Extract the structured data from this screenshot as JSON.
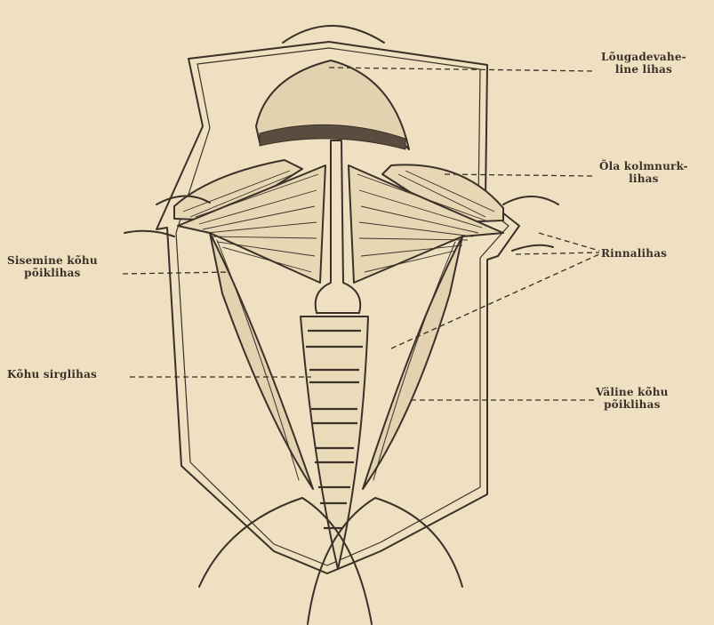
{
  "figure": {
    "labels": {
      "intercostal": {
        "line1": "Lõugadevahe-",
        "line2": "line lihas"
      },
      "shoulder": {
        "line1": "Õla kolmnurk-",
        "line2": "lihas"
      },
      "pectoral": {
        "text": "Rinnalihas"
      },
      "internal_oblique": {
        "line1": "Sisemine kõhu",
        "line2": "põiklihas"
      },
      "rectus": {
        "text": "Kõhu sirglihas"
      },
      "external_oblique": {
        "line1": "Väline kõhu",
        "line2": "põiklihas"
      }
    },
    "colors": {
      "paper": "#efe0c1",
      "ink": "#3a3128",
      "shade": "#9c8e76"
    }
  }
}
